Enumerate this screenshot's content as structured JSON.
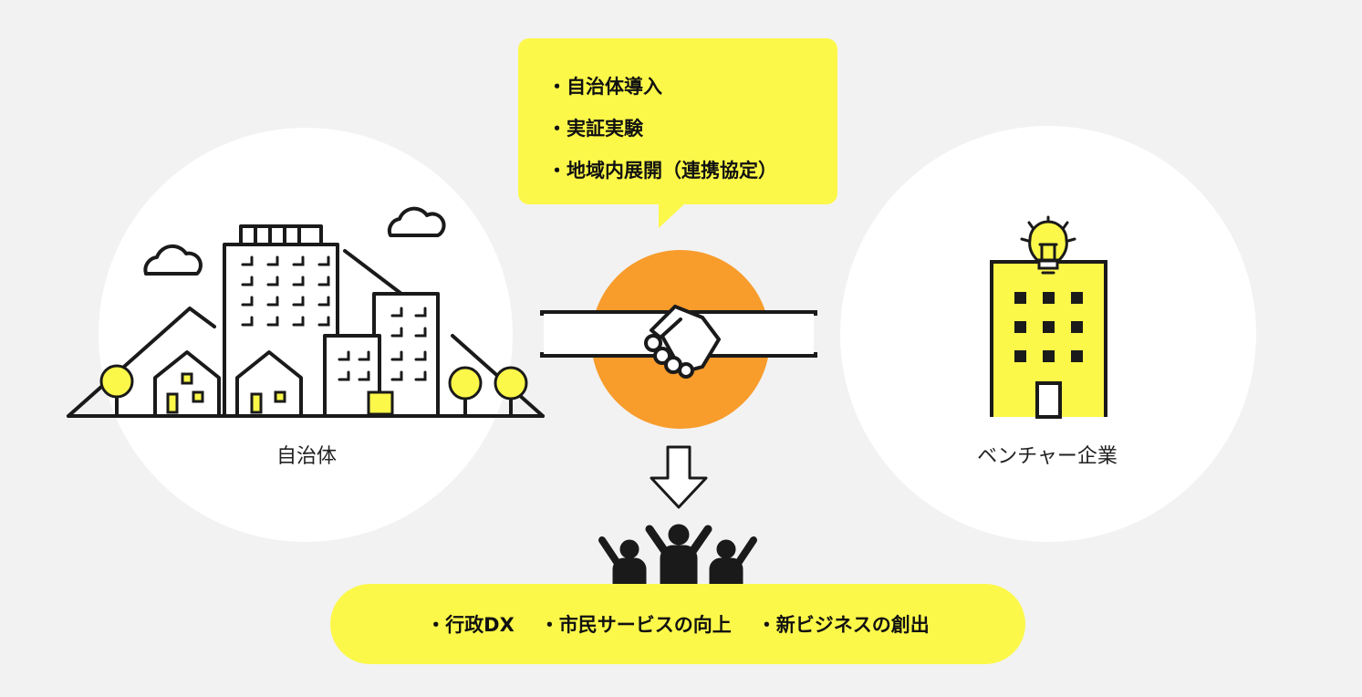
{
  "left_label": "自治体",
  "right_label": "ベンチャー企業",
  "bubble_items": [
    "・自治体導入",
    "・実証実験",
    "・地域内展開（連携協定）"
  ],
  "bottom_items": [
    "・行政DX",
    "・市民サービスの向上",
    "・新ビジネスの創出"
  ],
  "icons": {
    "city": "city-icon",
    "handshake": "handshake-icon",
    "arrow": "arrow-down-icon",
    "people": "people-cheering-icon",
    "building": "startup-building-icon",
    "lightbulb": "lightbulb-icon"
  },
  "colors": {
    "background": "#f2f2f2",
    "yellow": "#fcf849",
    "orange": "#f89c2c",
    "ink": "#1a1a1a"
  }
}
